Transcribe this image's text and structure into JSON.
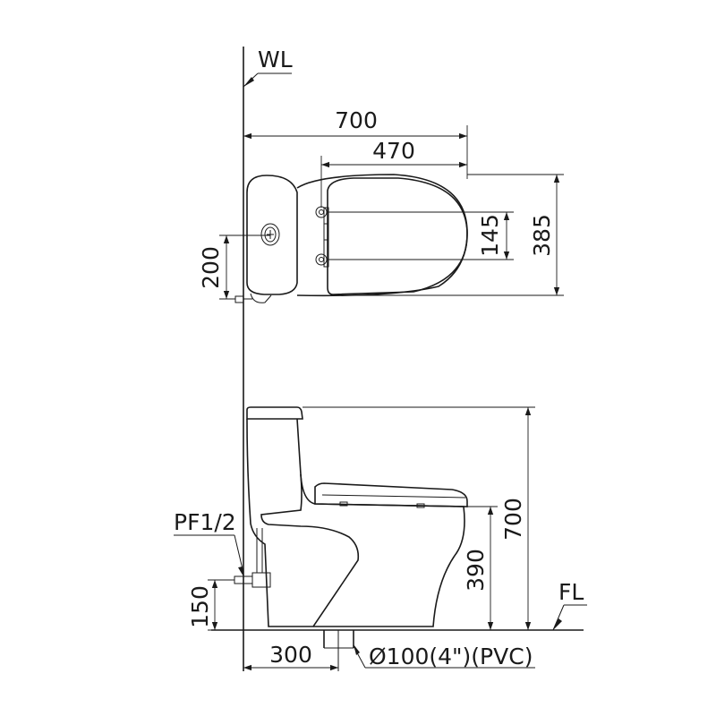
{
  "labels": {
    "wall_line": "WL",
    "floor_line": "FL",
    "inlet_fitting": "PF1/2",
    "outlet_pipe": "Ø100(4\")(PVC)"
  },
  "top_view": {
    "overall_length": "700",
    "bolt_to_front": "470",
    "overall_width": "385",
    "bolt_spacing": "145",
    "inlet_offset": "200"
  },
  "side_view": {
    "overall_height": "700",
    "seat_height": "390",
    "inlet_height": "150",
    "rough_in": "300"
  }
}
